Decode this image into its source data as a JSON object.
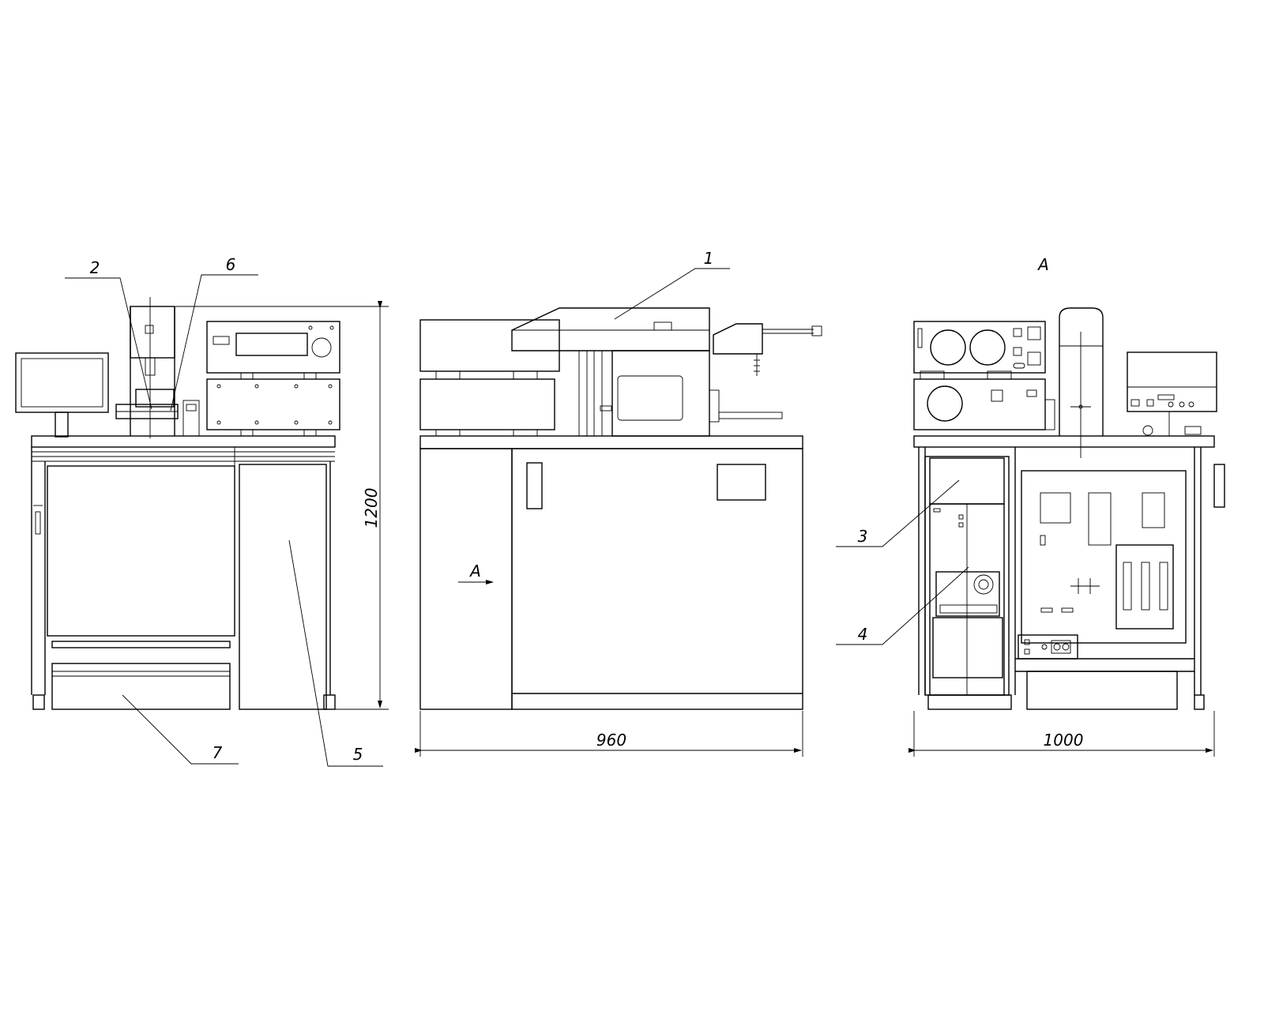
{
  "callouts": {
    "c1": "1",
    "c2": "2",
    "c3": "3",
    "c4": "4",
    "c5": "5",
    "c6": "6",
    "c7": "7"
  },
  "view_labels": {
    "arrow": "А",
    "side_view": "А"
  },
  "dimensions": {
    "height": "1200",
    "width_front": "960",
    "width_side": "1000"
  }
}
